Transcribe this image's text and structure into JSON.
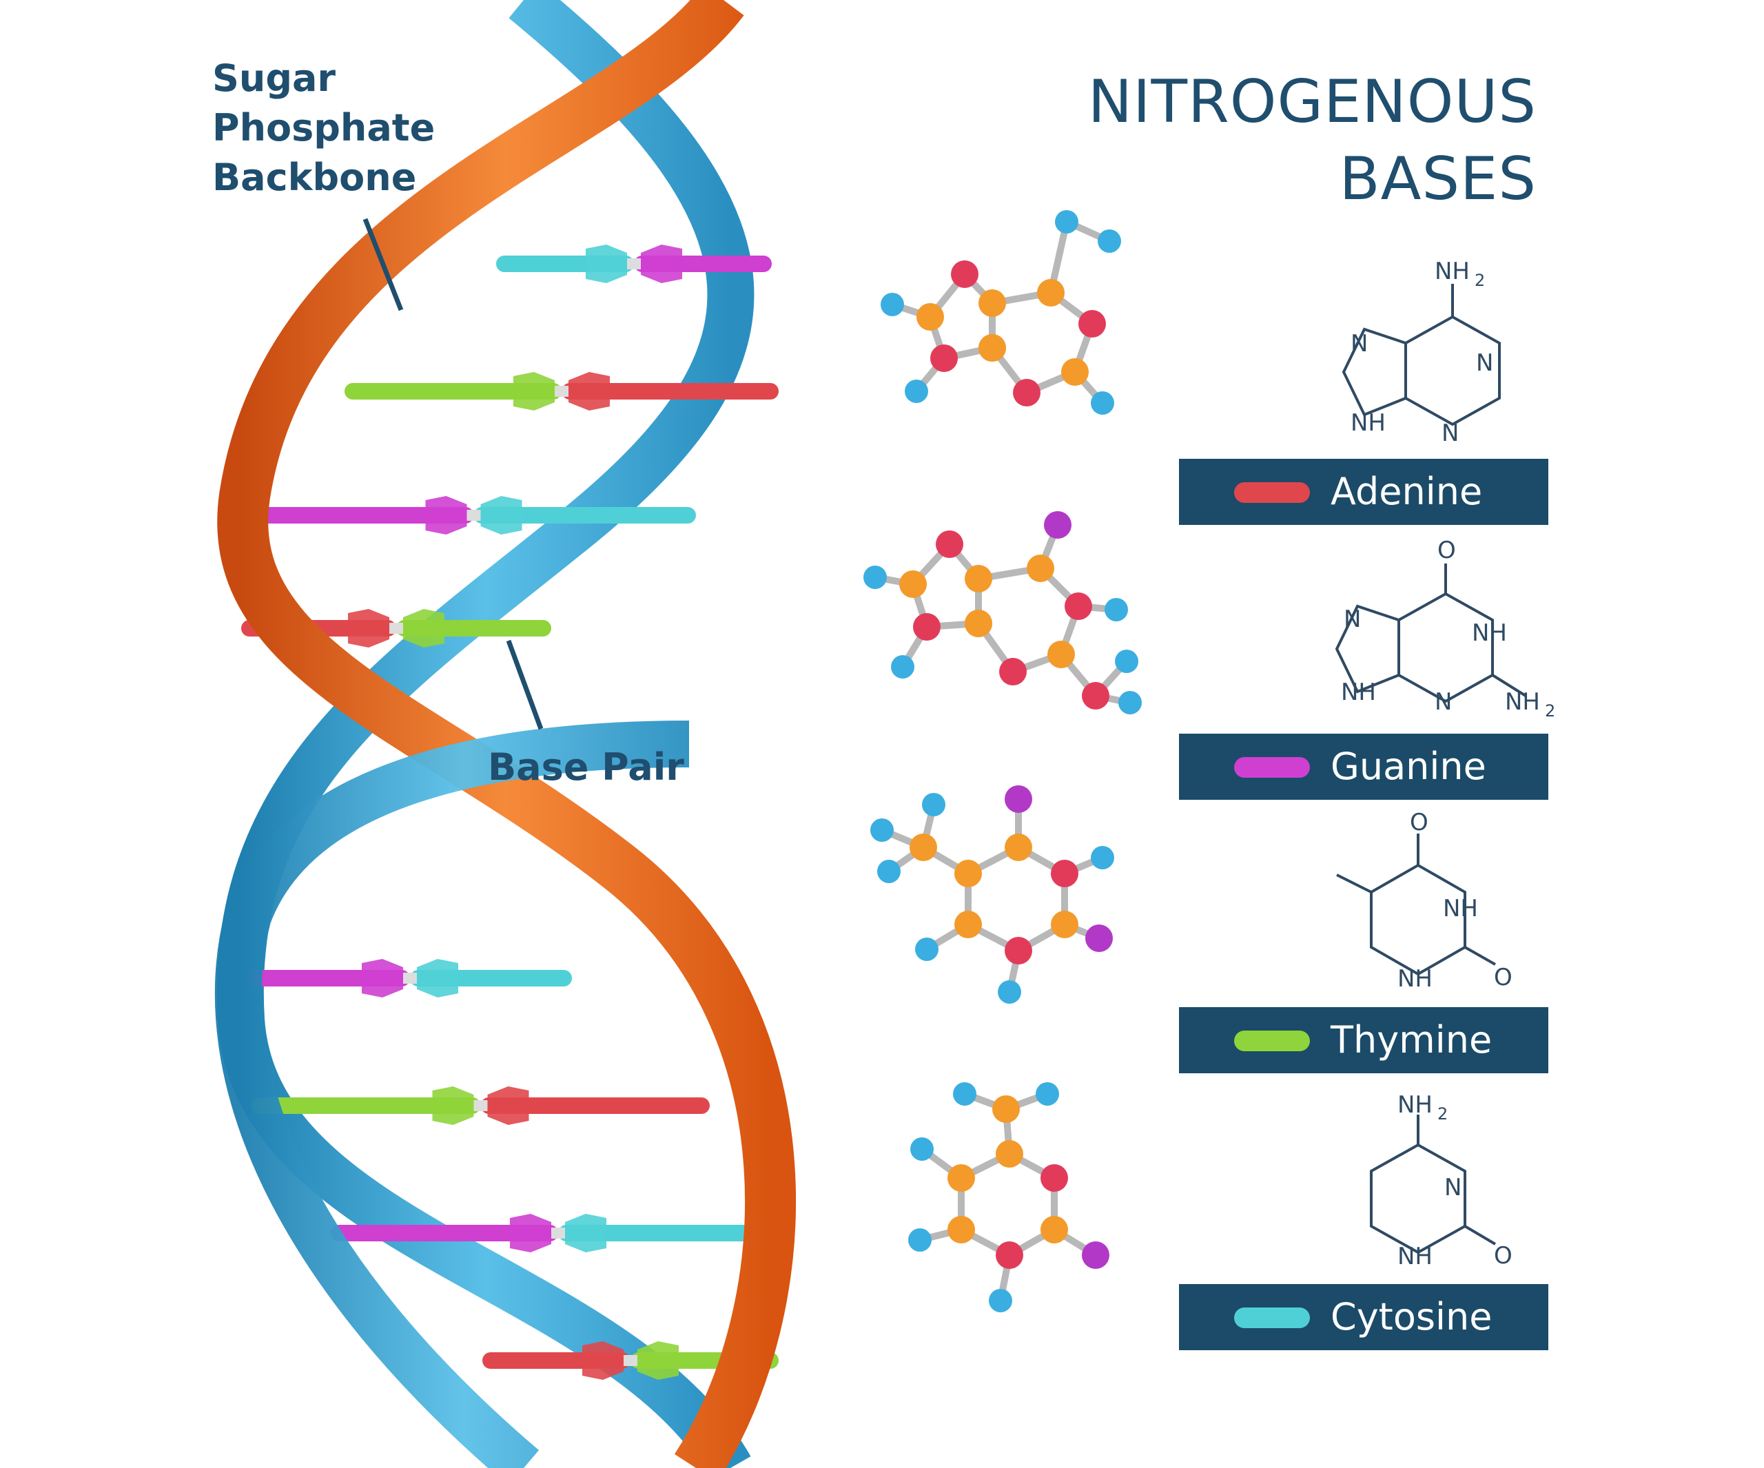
{
  "title": {
    "line1": "NITROGENOUS",
    "line2": "BASES"
  },
  "labels": {
    "backbone": [
      "Sugar",
      "Phosphate",
      "Backbone"
    ],
    "base_pair": "Base Pair"
  },
  "bases": [
    {
      "name": "Adenine",
      "color": "#e0474d"
    },
    {
      "name": "Guanine",
      "color": "#cf3fd0"
    },
    {
      "name": "Thymine",
      "color": "#8fd43a"
    },
    {
      "name": "Cytosine",
      "color": "#4fd0d6"
    }
  ],
  "formula_text": {
    "nh2": "NH",
    "sub2": "2",
    "n": "N",
    "nh": "NH",
    "o": "O"
  },
  "colors": {
    "orange_strand": "#e8681e",
    "blue_strand": "#3a9fcf",
    "banner": "#1b4b68",
    "text": "#1f4e6e",
    "atom_orange": "#f39a2b",
    "atom_red": "#e23b5a",
    "atom_blue": "#3aaee0",
    "atom_purple": "#b239c7"
  }
}
